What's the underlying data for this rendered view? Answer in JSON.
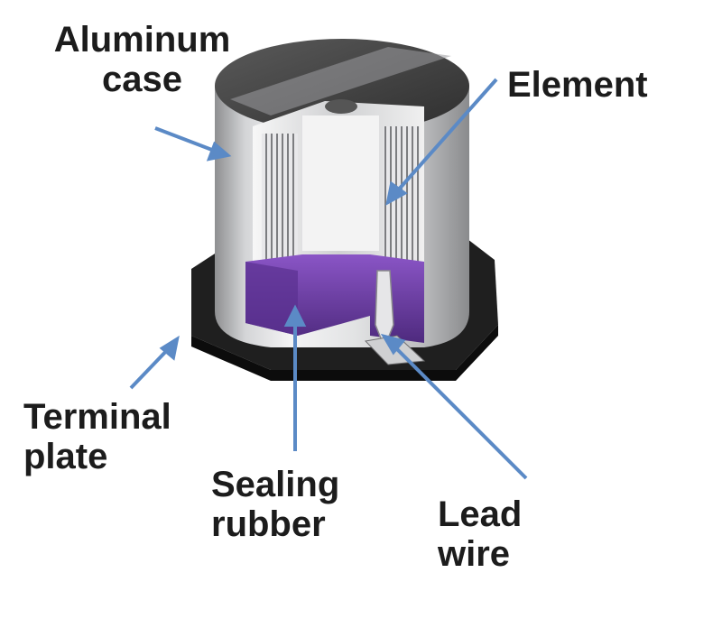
{
  "labels": {
    "aluminum_case": {
      "line1": "Aluminum",
      "line2": "case"
    },
    "element": {
      "line1": "Element"
    },
    "terminal_plate": {
      "line1": "Terminal",
      "line2": "plate"
    },
    "sealing_rubber": {
      "line1": "Sealing",
      "line2": "rubber"
    },
    "lead_wire": {
      "line1": "Lead",
      "line2": "wire"
    }
  },
  "colors": {
    "arrow": "#5b8ac6",
    "sealing_rubber": "#6b3fa0",
    "terminal_plate": "#222222",
    "case_silver": "#d9dadb",
    "case_top": "#4a4a4a"
  }
}
